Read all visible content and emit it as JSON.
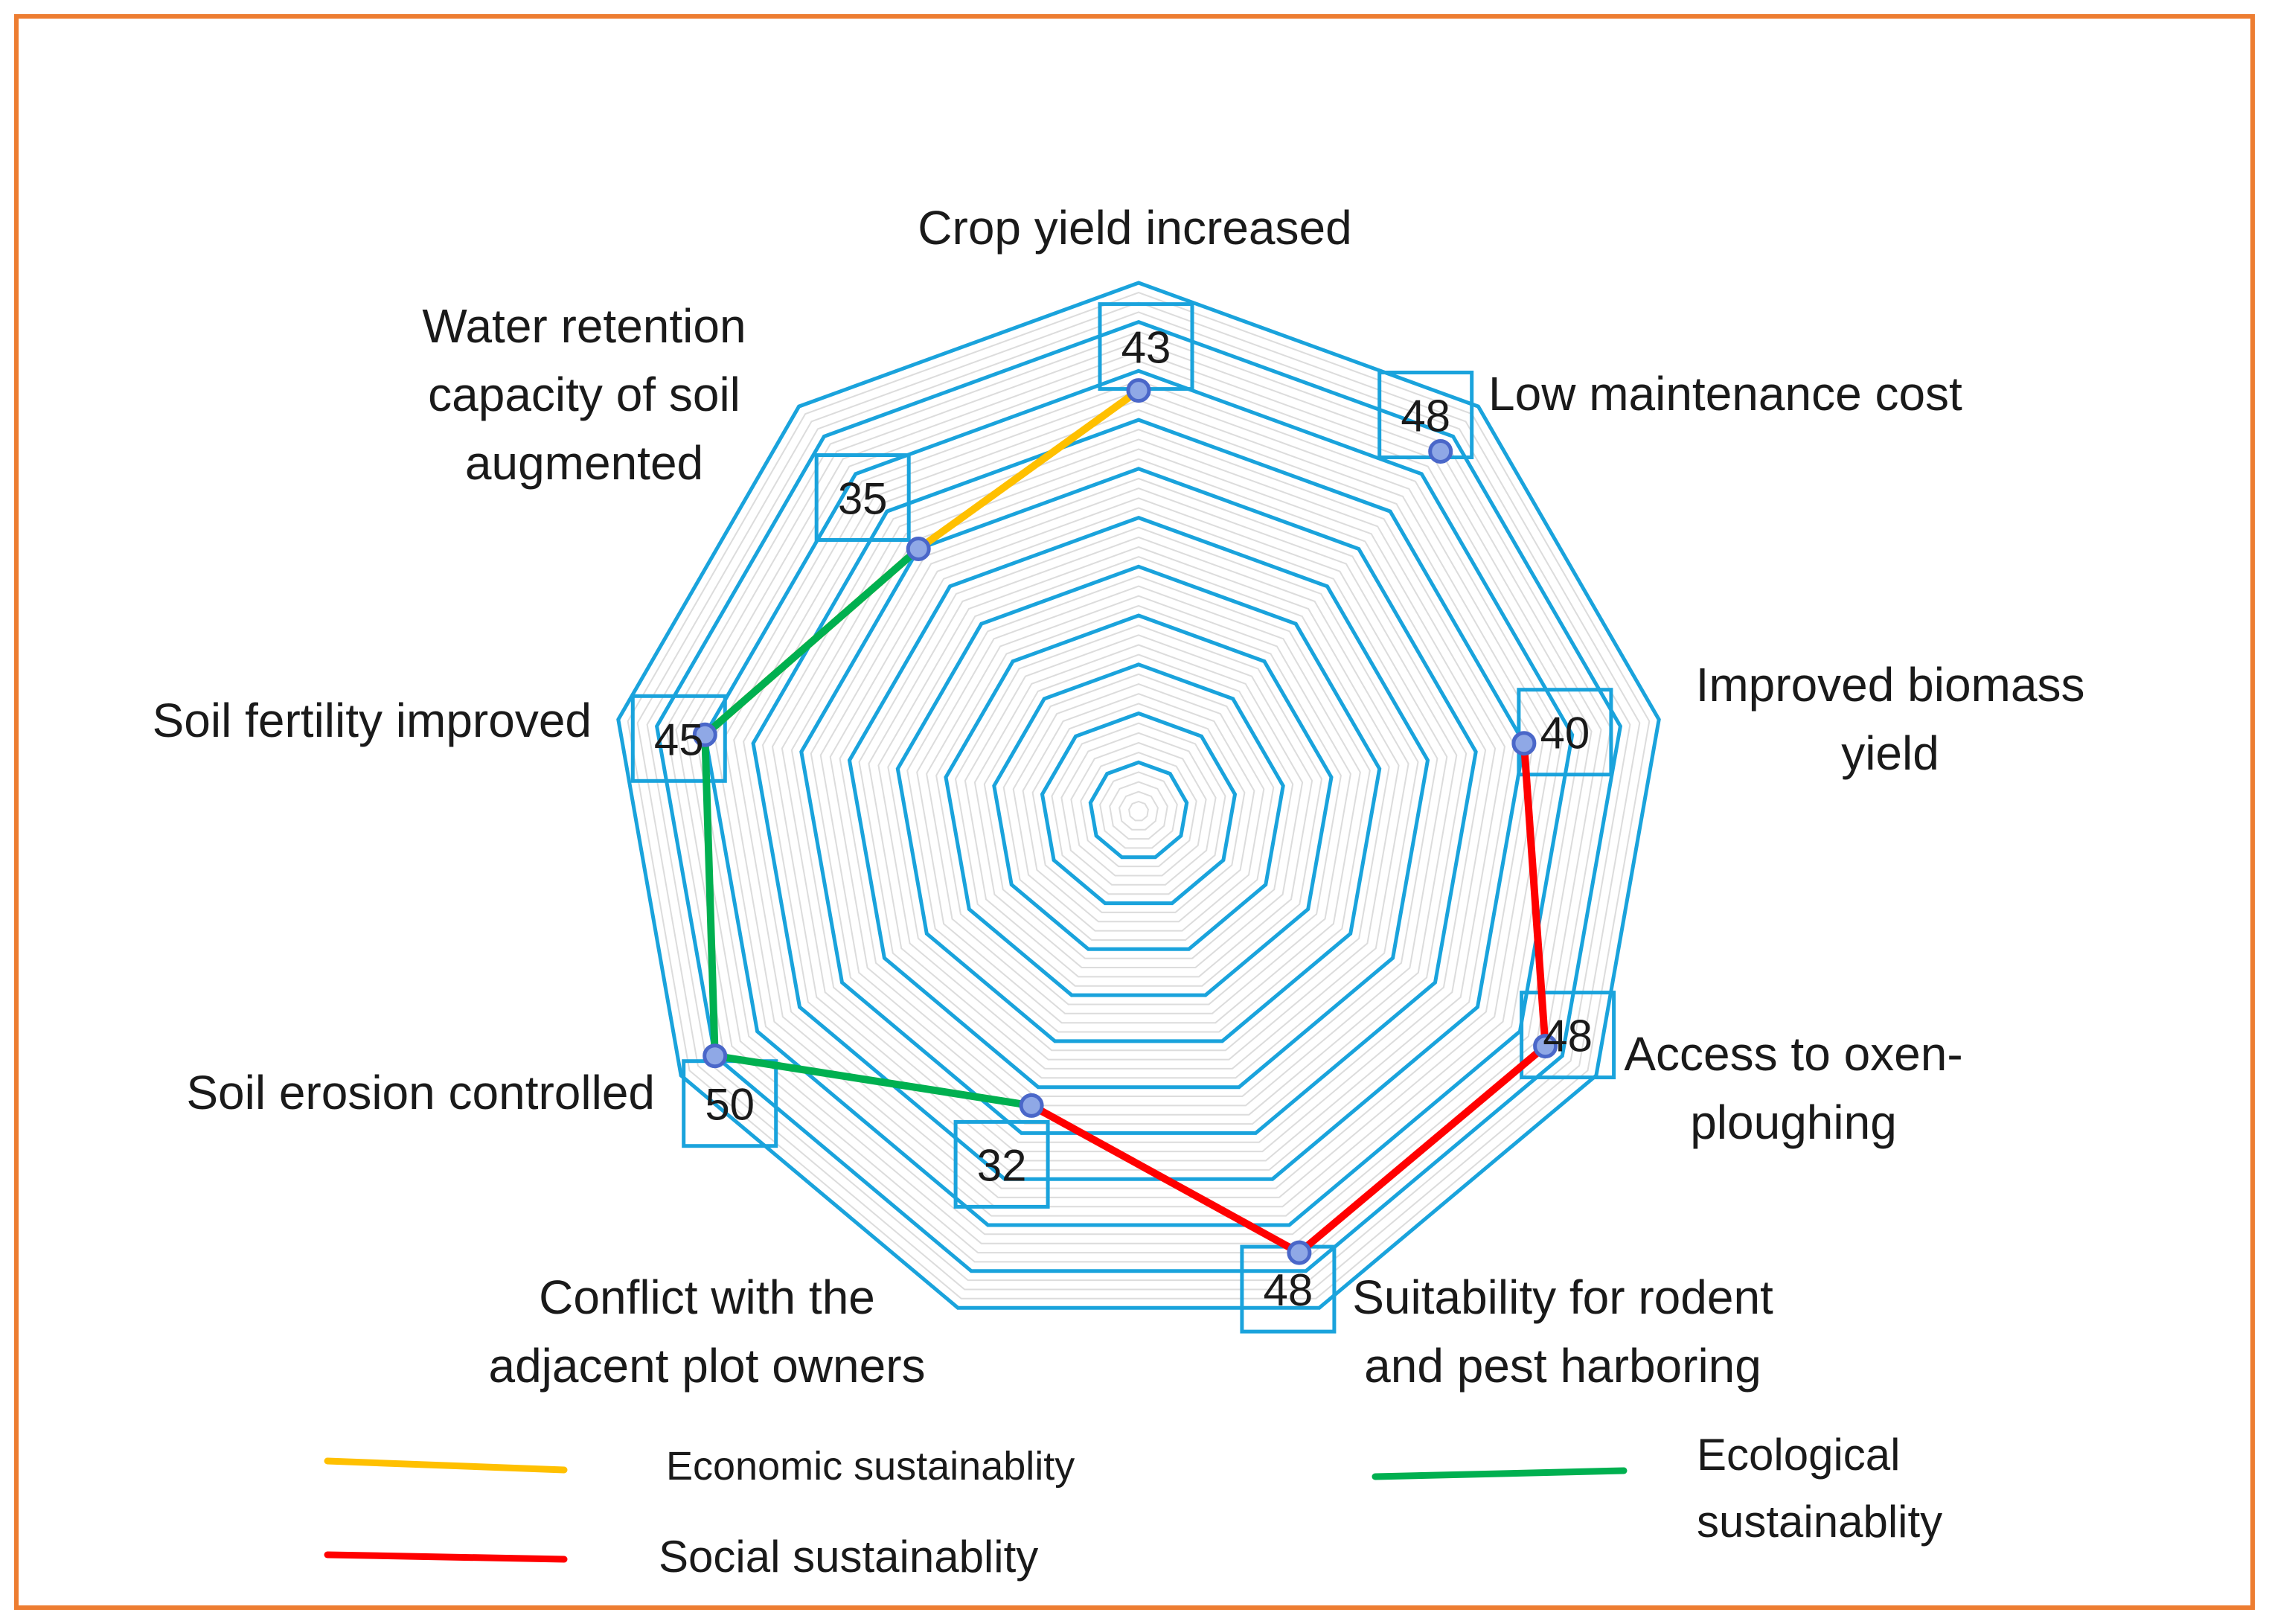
{
  "chart_data": {
    "type": "radar",
    "axes": [
      "Crop yield increased",
      "Low  maintenance cost",
      "Improved biomass yield",
      "Access to oxen-ploughing",
      "Suitability for rodent and  pest harboring",
      "Conflict with the adjacent plot owners",
      "Soil erosion controlled",
      "Soil fertility improved",
      "Water retention capacity of soil augmented"
    ],
    "axis_label_lines": [
      [
        "Crop yield increased"
      ],
      [
        "Low  maintenance cost"
      ],
      [
        "Improved biomass",
        "yield"
      ],
      [
        "Access to oxen-",
        "ploughing"
      ],
      [
        "Suitability for rodent",
        "and  pest harboring"
      ],
      [
        "Conflict with the",
        "adjacent plot owners"
      ],
      [
        "Soil erosion controlled"
      ],
      [
        "Soil fertility improved"
      ],
      [
        "Water retention",
        "capacity of soil",
        "augmented"
      ]
    ],
    "values": [
      43,
      48,
      40,
      48,
      48,
      32,
      50,
      45,
      35
    ],
    "value_labels": [
      "43",
      "48",
      "40",
      "48",
      "48",
      "32",
      "50",
      "45",
      "35"
    ],
    "rlim": [
      0,
      54
    ],
    "grid": true,
    "segments": [
      {
        "name": "Economic sustainablity",
        "color": "#FFC000",
        "from": 7,
        "to": 9
      },
      {
        "name": "Social sustainablity",
        "color": "#FF0000",
        "from": 2,
        "to": 5
      },
      {
        "name": "Ecological sustainablity",
        "color": "#00B050",
        "from": 5,
        "to": 8
      }
    ],
    "legend": [
      {
        "name": "Economic sustainablity",
        "lines": [
          "Economic sustainablity"
        ],
        "color": "#FFC000"
      },
      {
        "name": "Ecological sustainablity",
        "lines": [
          "Ecological",
          "sustainablity"
        ],
        "color": "#00B050"
      },
      {
        "name": "Social sustainablity",
        "lines": [
          "Social sustainablity"
        ],
        "color": "#FF0000"
      }
    ],
    "legend_position": "bottom",
    "colors": {
      "grid": "#1AA3DC",
      "minor_grid": "#DCDCDC",
      "frame": "#ED7D31",
      "marker_fill": "#8FA8E6",
      "marker_stroke": "#4A67C9"
    }
  }
}
